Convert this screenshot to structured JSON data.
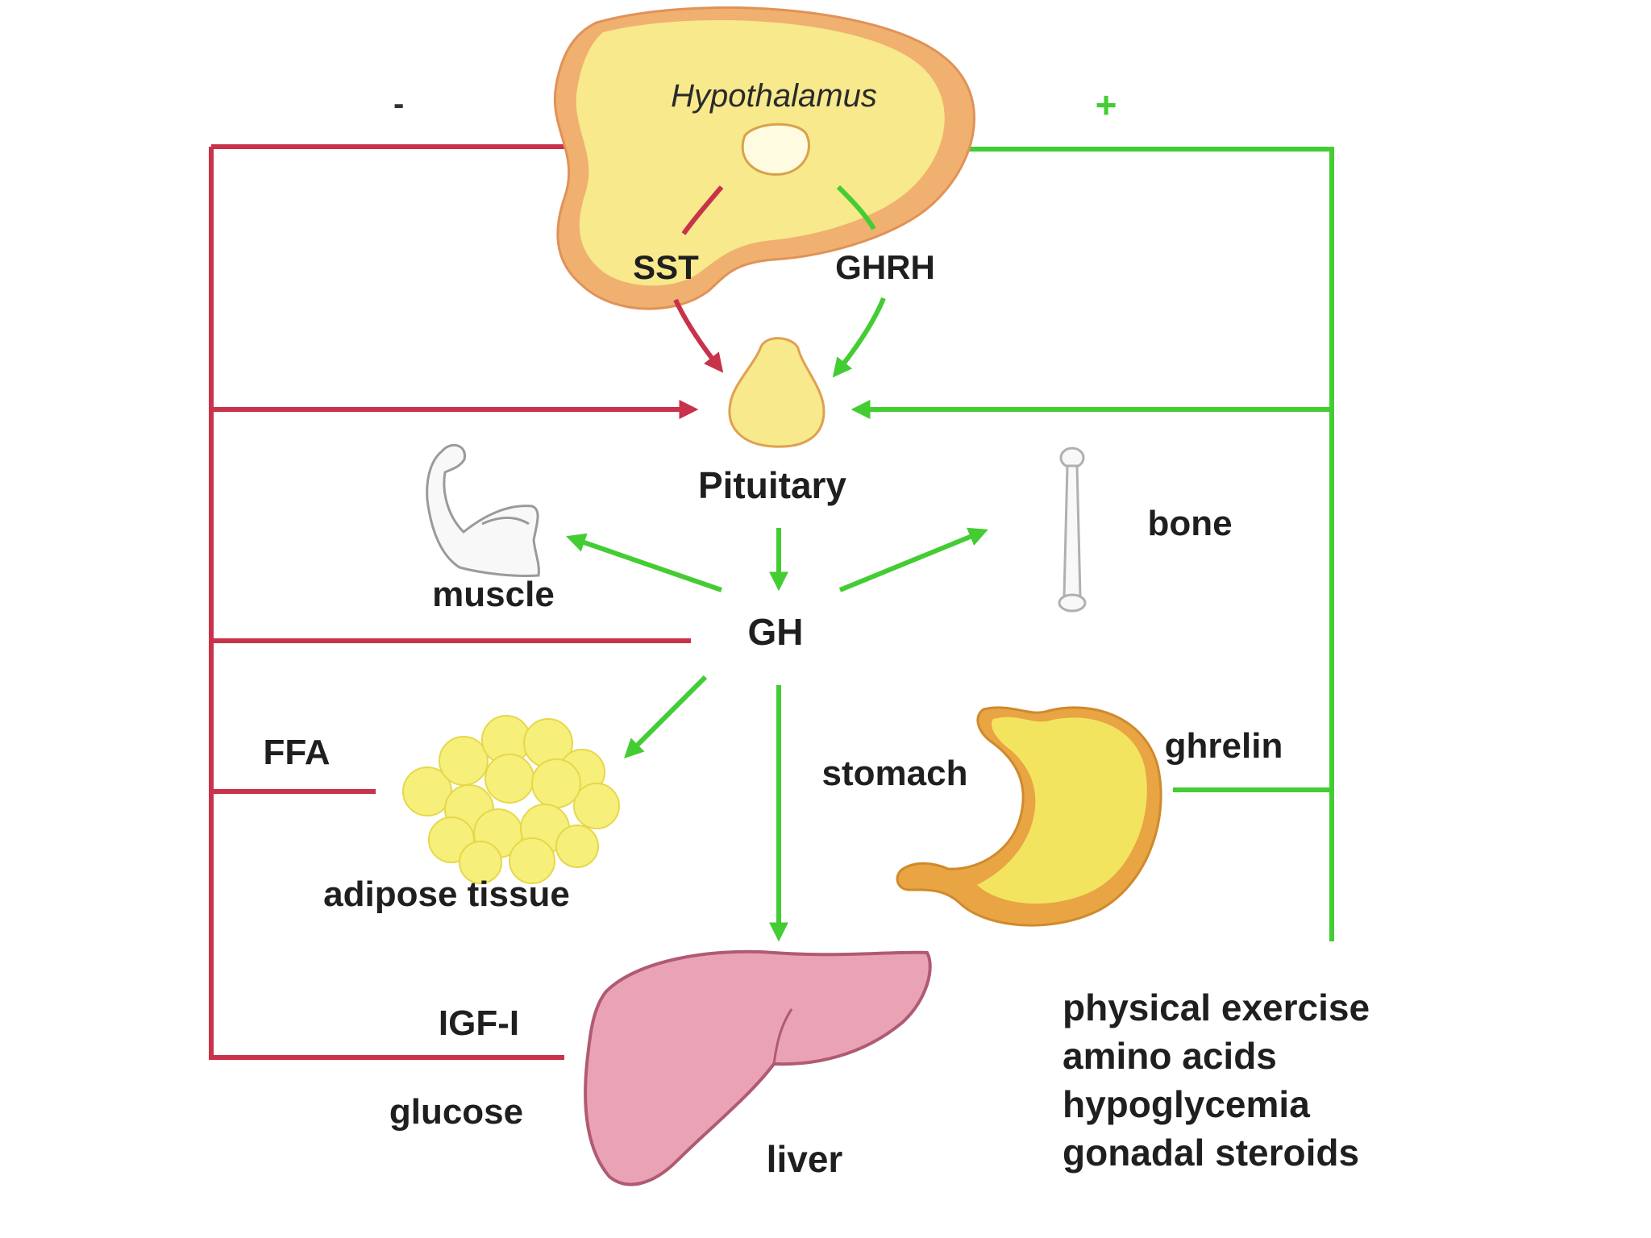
{
  "signs": {
    "negative": "-",
    "positive": "+"
  },
  "labels": {
    "hypothalamus": "Hypothalamus",
    "sst": "SST",
    "ghrh": "GHRH",
    "pituitary": "Pituitary",
    "gh": "GH",
    "muscle": "muscle",
    "bone": "bone",
    "ffa": "FFA",
    "adipose_tissue": "adipose tissue",
    "stomach": "stomach",
    "ghrelin": "ghrelin",
    "igf1": "IGF-I",
    "glucose": "glucose",
    "liver": "liver"
  },
  "stimuli": [
    "physical exercise",
    "amino acids",
    "hypoglycemia",
    "gonadal steroids"
  ],
  "colors": {
    "inhibition": "#c8324a",
    "stimulation": "#44cc33",
    "gland_fill": "#f7e98c",
    "gland_outline": "#e8a060",
    "liver_fill": "#e9a3b5",
    "stomach_fill": "#f3e460",
    "fat_fill": "#f6ef7a"
  }
}
